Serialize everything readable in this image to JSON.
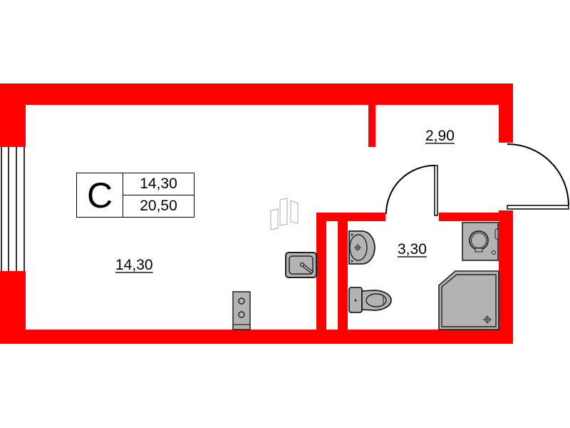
{
  "plan": {
    "apartment_type": "C",
    "living_area": "14,30",
    "total_area": "20,50",
    "rooms": [
      {
        "name": "living-room",
        "area": "14,30"
      },
      {
        "name": "hallway",
        "area": "2,90"
      },
      {
        "name": "bathroom",
        "area": "3,30"
      }
    ],
    "colors": {
      "wall": "#ff0000",
      "fixture_fill": "#b3b3b3",
      "fixture_stroke": "#222222",
      "background": "#ffffff"
    },
    "fixtures": [
      "window",
      "entrance-door",
      "bathroom-door",
      "wardrobe",
      "kitchen-sink",
      "stove",
      "washbasin",
      "toilet",
      "washing-machine",
      "shower-tray"
    ]
  }
}
